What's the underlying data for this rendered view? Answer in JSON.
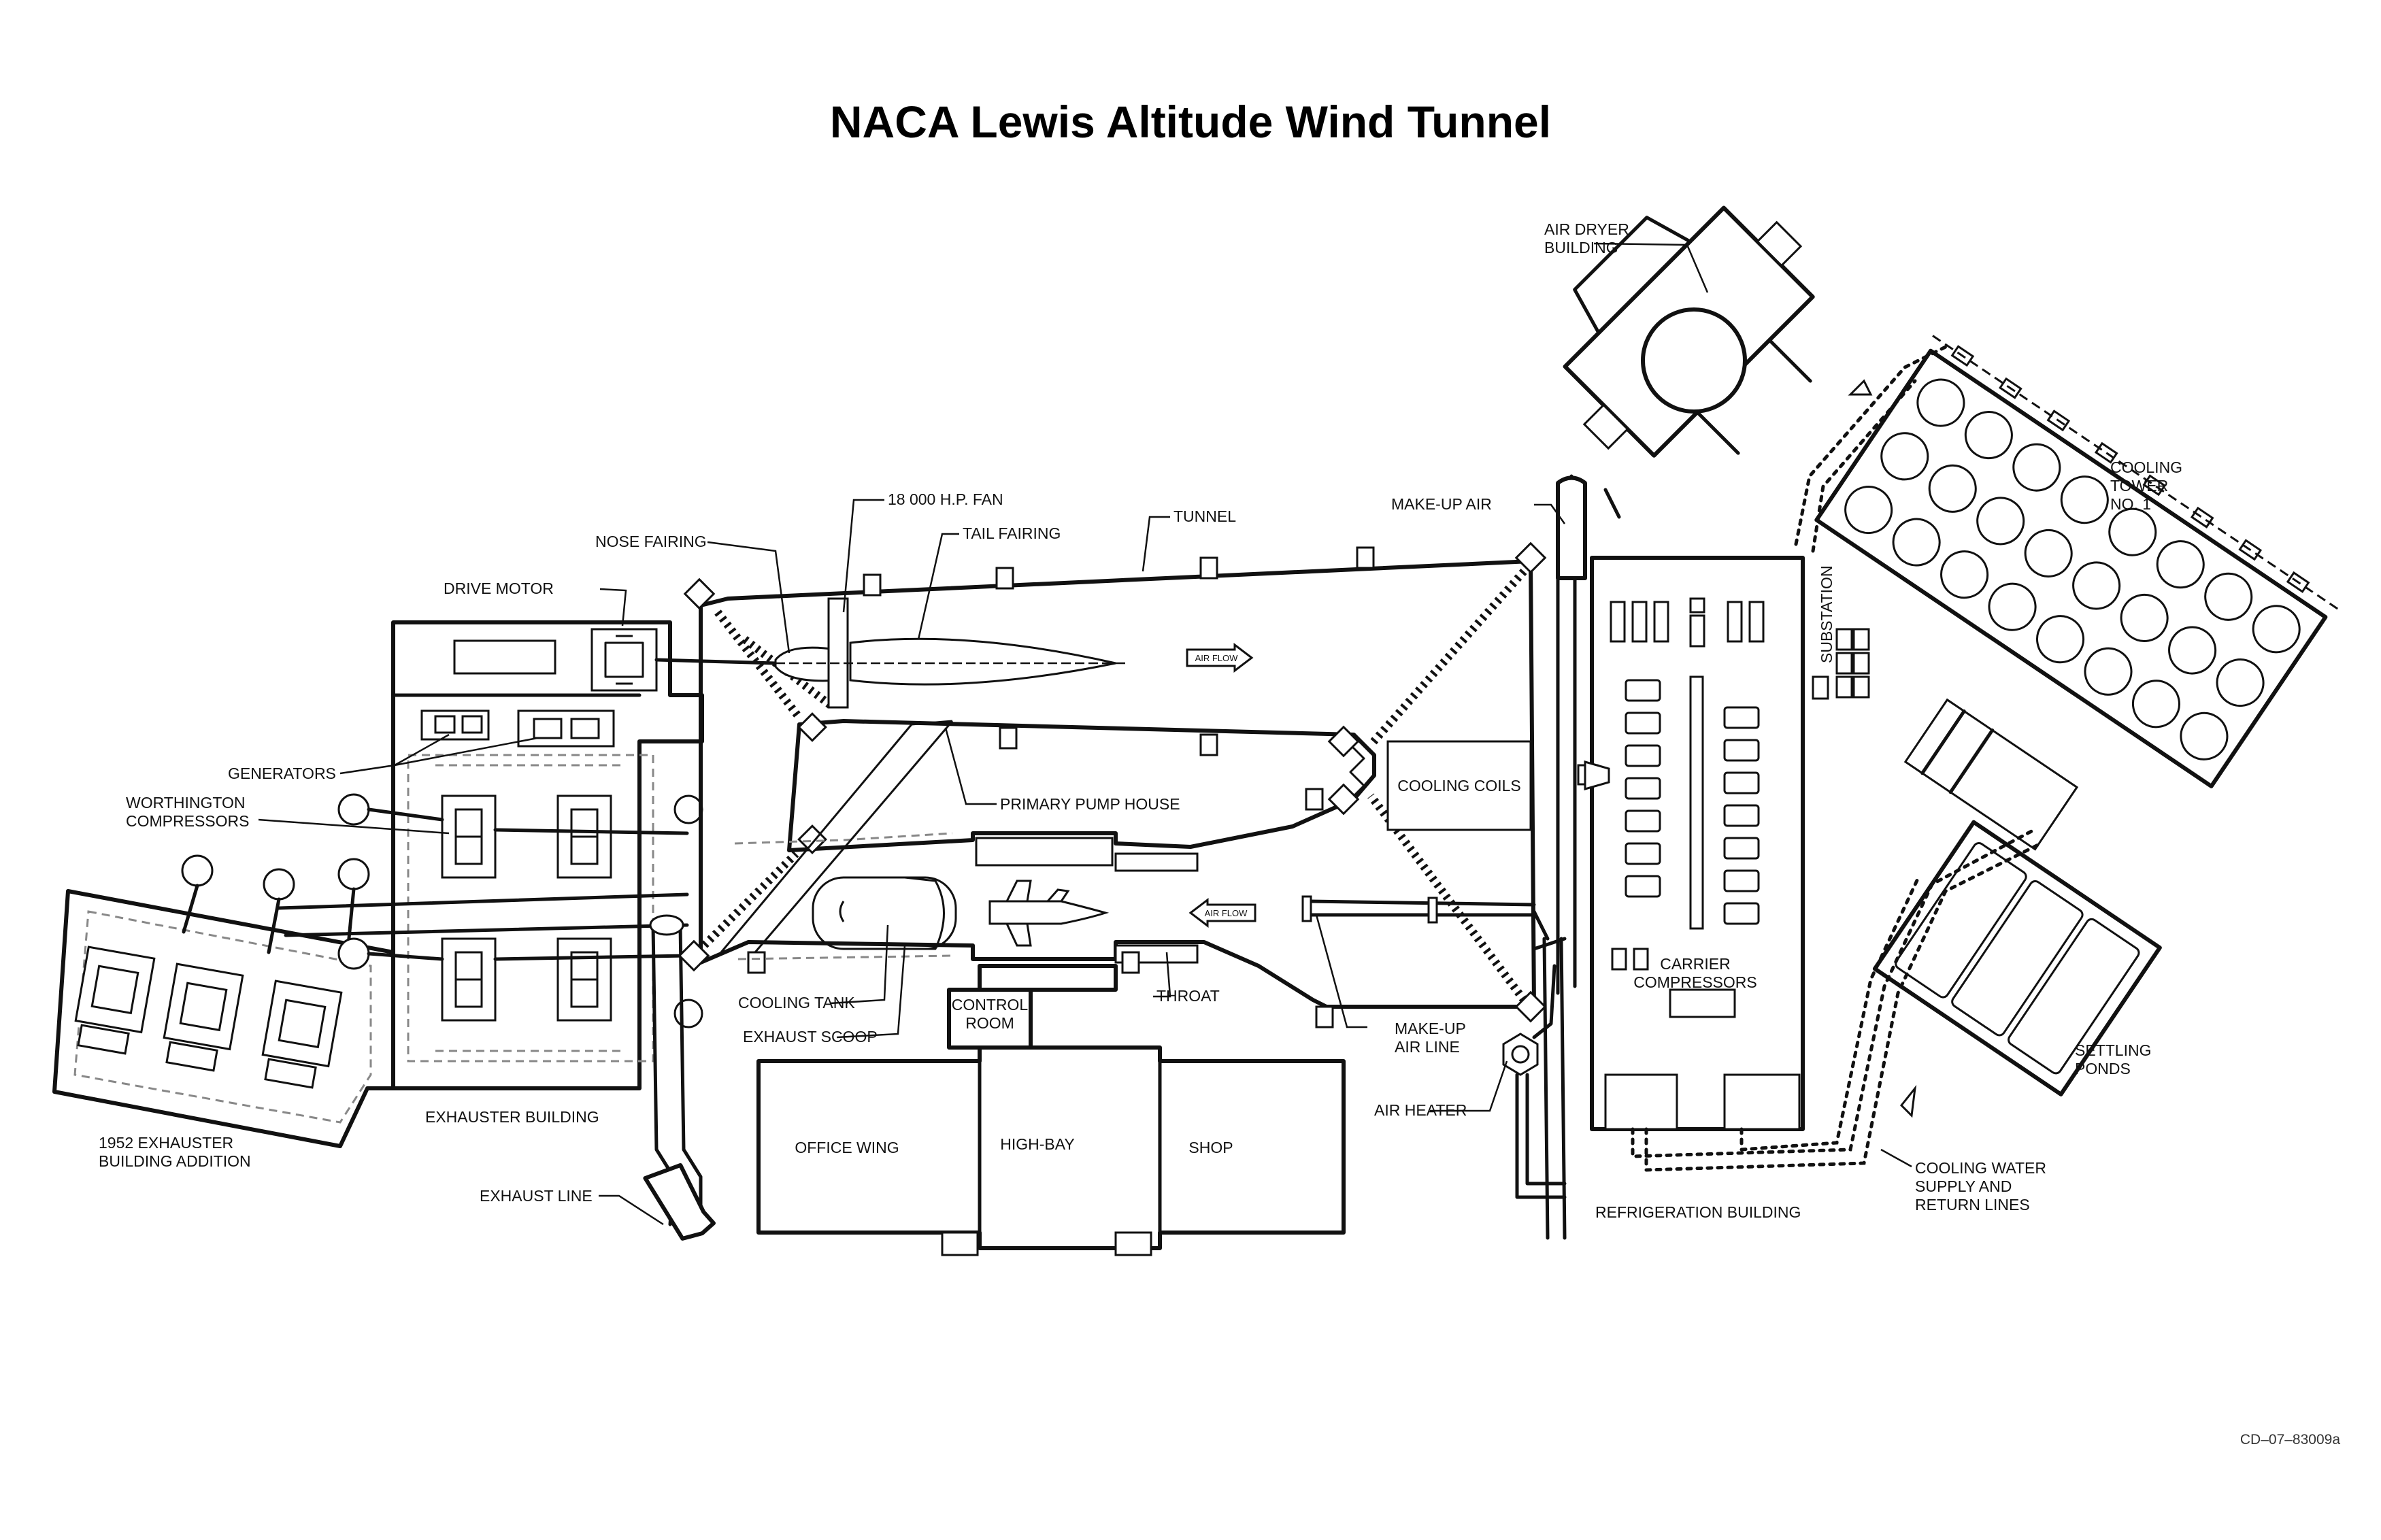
{
  "title": "NACA Lewis Altitude Wind Tunnel",
  "catalog_code": "CD–07–83009a",
  "labels": {
    "air_dryer_building": [
      "AIR DRYER",
      "BUILDING"
    ],
    "fan": "18 000 H.P. FAN",
    "tail_fairing": "TAIL FAIRING",
    "tunnel": "TUNNEL",
    "make_up_air": "MAKE-UP AIR",
    "nose_fairing": "NOSE FAIRING",
    "drive_motor": "DRIVE MOTOR",
    "generators": "GENERATORS",
    "worthington_compressors": [
      "WORTHINGTON",
      "COMPRESSORS"
    ],
    "primary_pump_house": "PRIMARY PUMP HOUSE",
    "cooling_coils": "COOLING COILS",
    "air_flow_top": "AIR FLOW",
    "air_flow_bottom": "AIR FLOW",
    "cooling_tank": "COOLING TANK",
    "exhaust_scoop": "EXHAUST SCOOP",
    "control_room": [
      "CONTROL",
      "ROOM"
    ],
    "throat": "THROAT",
    "make_up_air_line": [
      "MAKE-UP",
      "AIR LINE"
    ],
    "air_heater": "AIR HEATER",
    "carrier_compressors": [
      "CARRIER",
      "COMPRESSORS"
    ],
    "substation": "SUBSTATION",
    "cooling_tower": [
      "COOLING",
      "TOWER",
      "NO. 1"
    ],
    "settling_ponds": [
      "SETTLING",
      "PONDS"
    ],
    "cooling_water": [
      "COOLING WATER",
      "SUPPLY AND",
      "RETURN LINES"
    ],
    "refrigeration_building": "REFRIGERATION BUILDING",
    "exhauster_building": "EXHAUSTER BUILDING",
    "exhauster_addition": [
      "1952 EXHAUSTER",
      "BUILDING ADDITION"
    ],
    "exhaust_line": "EXHAUST LINE",
    "office_wing": "OFFICE WING",
    "high_bay": "HIGH-BAY",
    "shop": "SHOP"
  }
}
